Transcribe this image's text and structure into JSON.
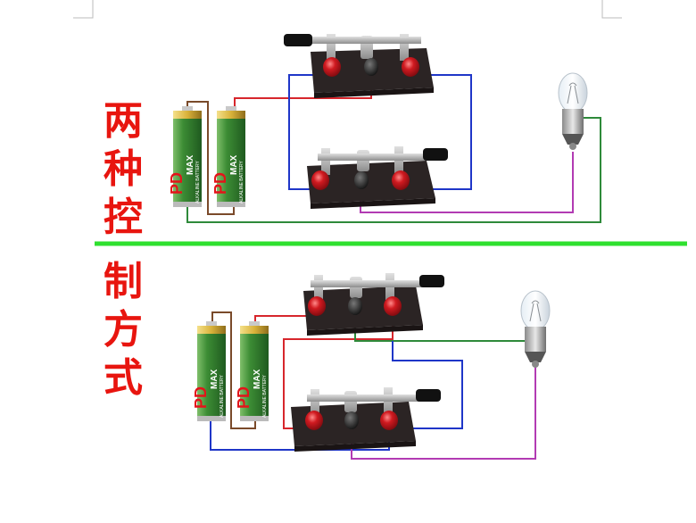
{
  "title": {
    "chars": [
      "两",
      "种",
      "控",
      "制",
      "方",
      "式"
    ]
  },
  "battery": {
    "brand": "PD",
    "model": "MAX",
    "type_text": "ALKALINE BATTERY"
  },
  "colors": {
    "title": "#e8150f",
    "divider": "#2fe02f",
    "wire_red": "#d7262c",
    "wire_blue": "#1f36c8",
    "wire_brown": "#7a4a2a",
    "wire_green": "#2e8a3a",
    "wire_magenta": "#b23bb3",
    "switch_base": "#2b2424",
    "terminal_red": "#c8161d",
    "battery_green": "#2f7d2f",
    "battery_gold": "#d9b23a"
  },
  "diagrams": [
    {
      "id": "top",
      "switches": 2,
      "batteries": 2,
      "lamps": 1
    },
    {
      "id": "bottom",
      "switches": 2,
      "batteries": 2,
      "lamps": 1
    }
  ]
}
